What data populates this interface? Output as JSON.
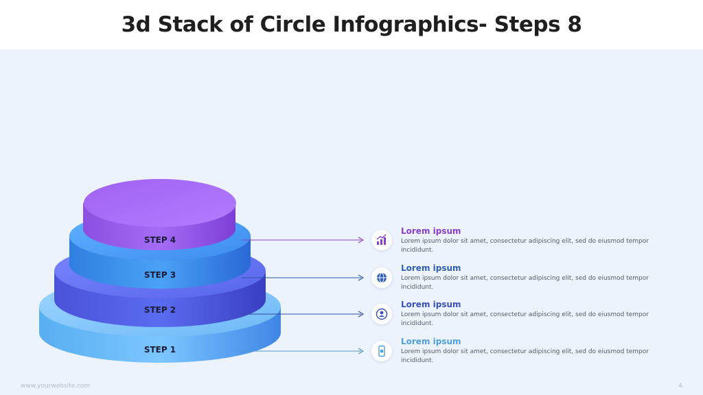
{
  "header": {
    "title": "3d Stack of Circle Infographics- Steps 8"
  },
  "steps": [
    {
      "label": "STEP 1",
      "title": "Lorem ipsum",
      "text": "Lorem ipsum dolor sit amet, consectetur adipiscing elit, sed do eiusmod tempor incididunt.",
      "icon": "mobile-payment-icon",
      "color": "#4fa0dc"
    },
    {
      "label": "STEP 2",
      "title": "Lorem ipsum",
      "text": "Lorem ipsum dolor sit amet, consectetur adipiscing elit, sed do eiusmod tempor incididunt.",
      "icon": "user-network-icon",
      "color": "#3a4fb8"
    },
    {
      "label": "STEP 3",
      "title": "Lorem ipsum",
      "text": "Lorem ipsum dolor sit amet, consectetur adipiscing elit, sed do eiusmod tempor incididunt.",
      "icon": "global-finance-icon",
      "color": "#2d5fb5"
    },
    {
      "label": "STEP 4",
      "title": "Lorem ipsum",
      "text": "Lorem ipsum dolor sit amet, consectetur adipiscing elit, sed do eiusmod tempor incididunt.",
      "icon": "growth-chart-icon",
      "color": "#8a3ec8"
    }
  ],
  "footer": {
    "website": "www.yourwebsite.com",
    "page_number": "4"
  }
}
